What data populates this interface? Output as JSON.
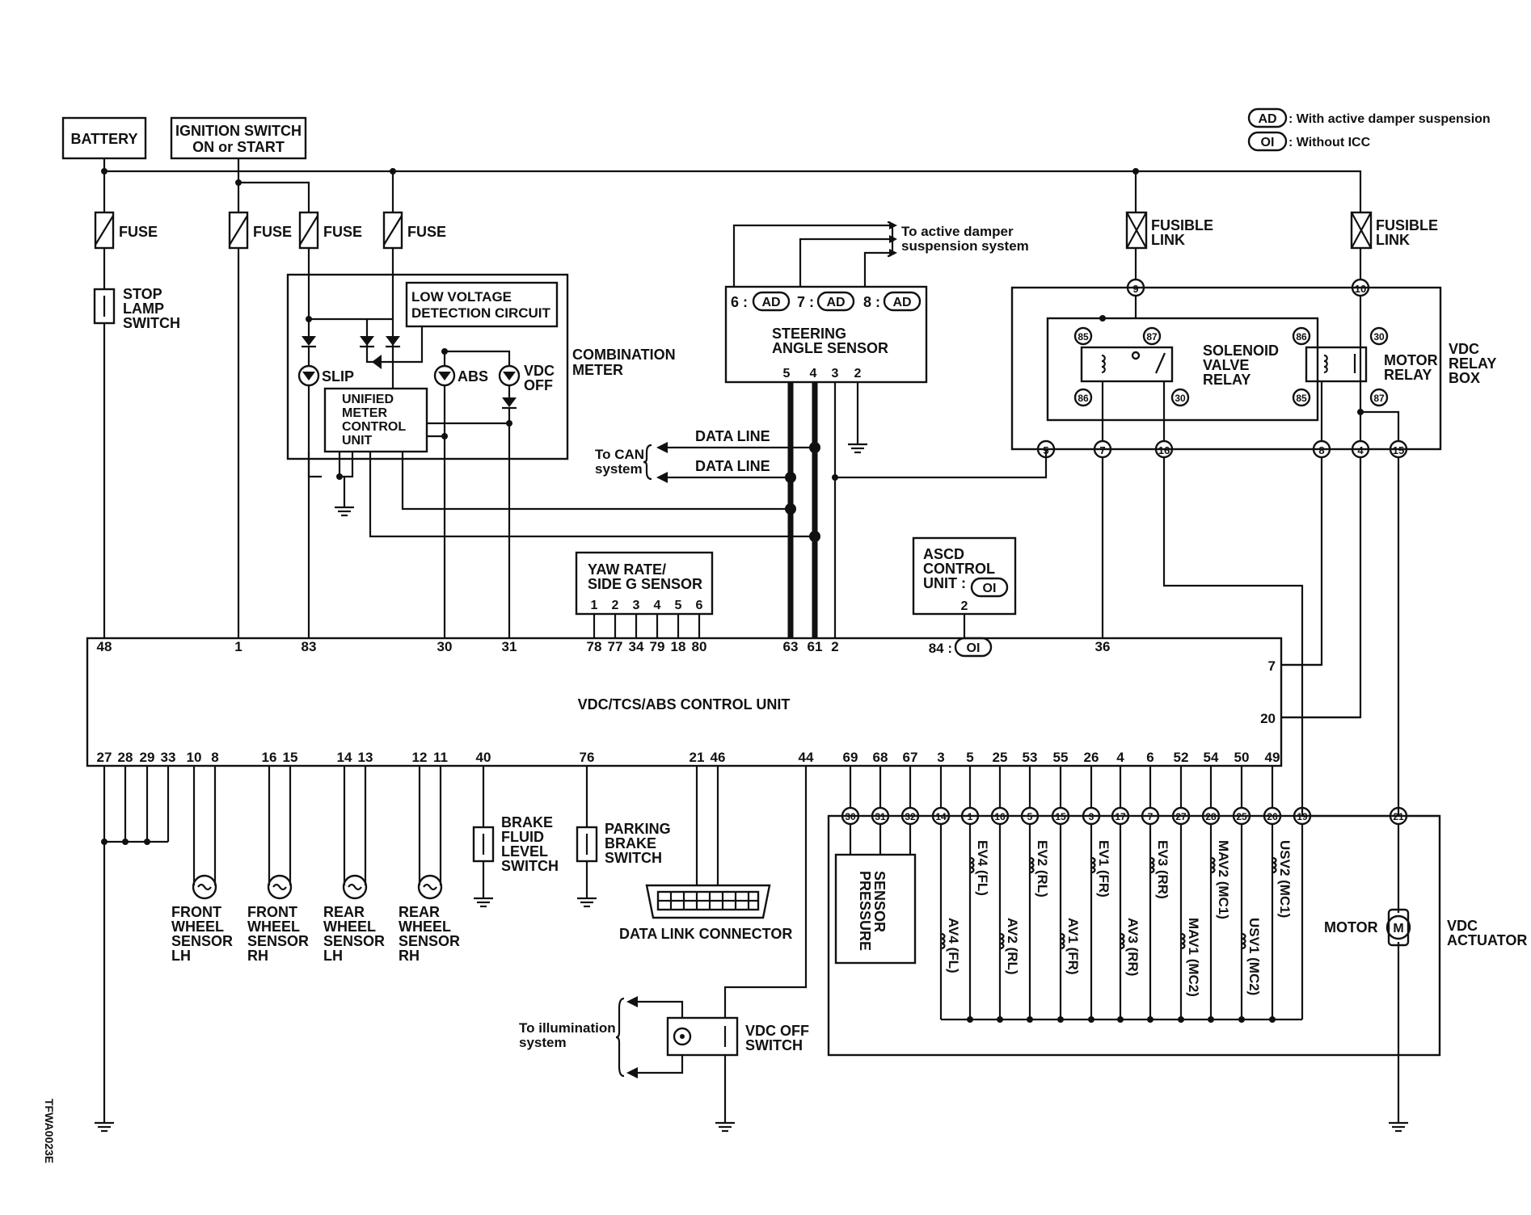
{
  "legend": {
    "ad_code": "AD",
    "ad_text": ": With active damper suspension",
    "oi_code": "OI",
    "oi_text": ": Without ICC"
  },
  "power": {
    "battery": "BATTERY",
    "ignition_line1": "IGNITION SWITCH",
    "ignition_line2": "ON or START",
    "fuse": "FUSE",
    "fusible_link_line1": "FUSIBLE",
    "fusible_link_line2": "LINK"
  },
  "stop_lamp": [
    "STOP",
    "LAMP",
    "SWITCH"
  ],
  "combination_meter": {
    "title": [
      "COMBINATION",
      "METER"
    ],
    "low_voltage": [
      "LOW VOLTAGE",
      "DETECTION CIRCUIT"
    ],
    "unified": [
      "UNIFIED",
      "METER",
      "CONTROL",
      "UNIT"
    ],
    "lamps": [
      "SLIP",
      "ABS",
      "VDC",
      "OFF"
    ]
  },
  "steering": {
    "title": [
      "STEERING",
      "ANGLE SENSOR"
    ],
    "connectors": [
      "6 :",
      "7 :",
      "8 :"
    ],
    "pins": [
      "5",
      "4",
      "3",
      "2"
    ],
    "to_active": [
      "To active damper",
      "suspension system"
    ]
  },
  "can": {
    "data_line": "DATA LINE",
    "to_can": [
      "To CAN",
      "system"
    ]
  },
  "relay_box": {
    "title": [
      "VDC",
      "RELAY",
      "BOX"
    ],
    "solenoid": [
      "SOLENOID",
      "VALVE",
      "RELAY"
    ],
    "motor": [
      "MOTOR",
      "RELAY"
    ],
    "terminals": [
      "9",
      "10",
      "85",
      "87",
      "86",
      "30",
      "86",
      "30",
      "85",
      "87",
      "5",
      "7",
      "16",
      "8",
      "4",
      "15"
    ]
  },
  "yaw": {
    "title": [
      "YAW RATE/",
      "SIDE G SENSOR"
    ],
    "pins": [
      "1",
      "2",
      "3",
      "4",
      "5",
      "6"
    ]
  },
  "ascd": {
    "title": [
      "ASCD",
      "CONTROL",
      "UNIT :"
    ],
    "pin": "2",
    "pin84": "84 :"
  },
  "control_unit": {
    "title": "VDC/TCS/ABS CONTROL UNIT",
    "top_pins": [
      "48",
      "1",
      "83",
      "30",
      "31",
      "78",
      "77",
      "34",
      "79",
      "18",
      "80",
      "63",
      "61",
      "2",
      "36"
    ],
    "right_pins": [
      "7",
      "20"
    ],
    "bottom_pins": [
      "27",
      "28",
      "29",
      "33",
      "10",
      "8",
      "16",
      "15",
      "14",
      "13",
      "12",
      "11",
      "40",
      "76",
      "21",
      "46",
      "44",
      "69",
      "68",
      "67",
      "3",
      "5",
      "25",
      "53",
      "55",
      "26",
      "4",
      "6",
      "52",
      "54",
      "50",
      "49"
    ]
  },
  "wheel_sensors": [
    [
      "FRONT",
      "WHEEL",
      "SENSOR",
      "LH"
    ],
    [
      "FRONT",
      "WHEEL",
      "SENSOR",
      "RH"
    ],
    [
      "REAR",
      "WHEEL",
      "SENSOR",
      "LH"
    ],
    [
      "REAR",
      "WHEEL",
      "SENSOR",
      "RH"
    ]
  ],
  "brake_fluid": [
    "BRAKE",
    "FLUID",
    "LEVEL",
    "SWITCH"
  ],
  "parking_brake": [
    "PARKING",
    "BRAKE",
    "SWITCH"
  ],
  "dlc": "DATA LINK CONNECTOR",
  "vdc_off_switch": [
    "VDC OFF",
    "SWITCH"
  ],
  "illumination": [
    "To illumination",
    "system"
  ],
  "actuator": {
    "title": [
      "VDC",
      "ACTUATOR"
    ],
    "pressure": [
      "PRESSURE",
      "SENSOR"
    ],
    "motor": "MOTOR",
    "motor_symbol": "M",
    "terminals": [
      "30",
      "31",
      "32",
      "14",
      "1",
      "16",
      "5",
      "15",
      "3",
      "17",
      "7",
      "27",
      "28",
      "25",
      "26",
      "19",
      "21"
    ],
    "valves_upper": [
      "EV4 (FL)",
      "EV2 (RL)",
      "EV1 (FR)",
      "EV3 (RR)",
      "MAV2 (MC1)",
      "USV2 (MC1)"
    ],
    "valves_lower": [
      "AV4 (FL)",
      "AV2 (RL)",
      "AV1 (FR)",
      "AV3 (RR)",
      "MAV1 (MC2)",
      "USV1 (MC2)"
    ]
  },
  "code": "TFWA0023E"
}
